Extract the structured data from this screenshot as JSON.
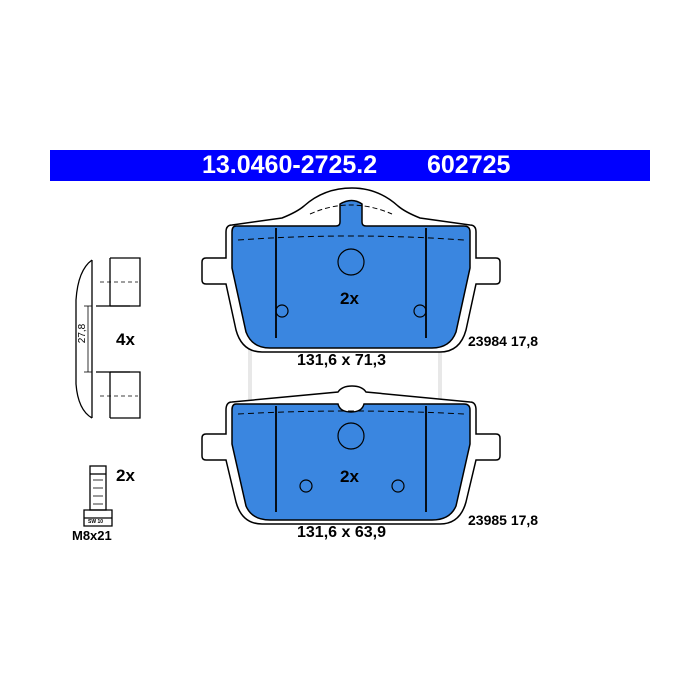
{
  "header": {
    "part_number": "13.0460-2725.2",
    "ref_number": "602725"
  },
  "pads": [
    {
      "qty": "2x",
      "dimensions": "131,6 x 71,3",
      "code": "23984 17,8"
    },
    {
      "qty": "2x",
      "dimensions": "131,6 x 63,9",
      "code": "23985 17,8"
    }
  ],
  "clip": {
    "qty": "4x",
    "dimension": "27,8"
  },
  "bolt": {
    "qty": "2x",
    "thread": "M8x21",
    "marking": "SW 10"
  },
  "colors": {
    "banner": "#0000ff",
    "pad_friction": "#3a86e0",
    "line": "#000000"
  }
}
